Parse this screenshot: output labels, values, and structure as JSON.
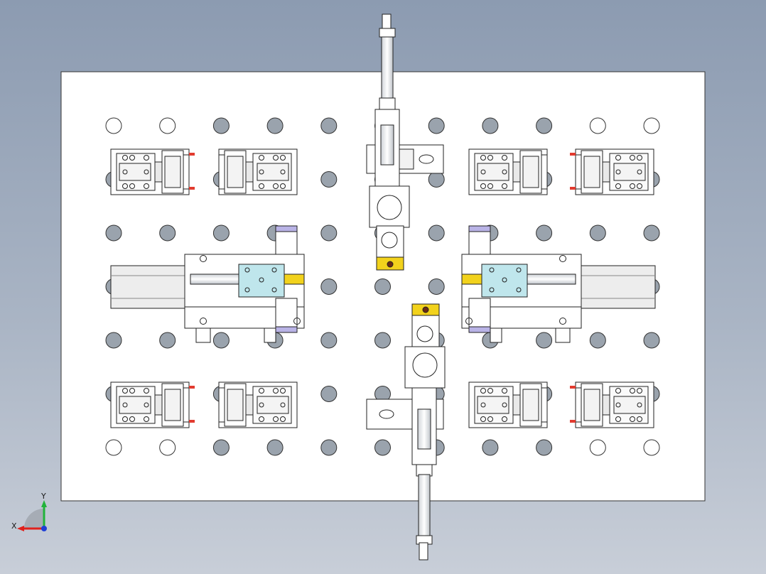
{
  "viewport": {
    "background_top": "#8c9bb1",
    "background_bottom": "#c8ced8",
    "plate_color": "#ffffff",
    "hole_fill": "#9aa3ad",
    "open_hole_fill": "#ffffff",
    "slider_color": "#bfe6ec",
    "cylinder_cap_color": "#b9b3e6",
    "jaw_color": "#f2d21c",
    "pin_color": "#e23b2f",
    "rail_color": "#e8e8e8"
  },
  "triad": {
    "x_label": "X",
    "y_label": "Y",
    "x_color": "#e0201b",
    "y_color": "#21b33a",
    "z_color": "#1f3fd6"
  },
  "model": {
    "hole_grid": {
      "columns": 11,
      "rows": 7
    }
  }
}
